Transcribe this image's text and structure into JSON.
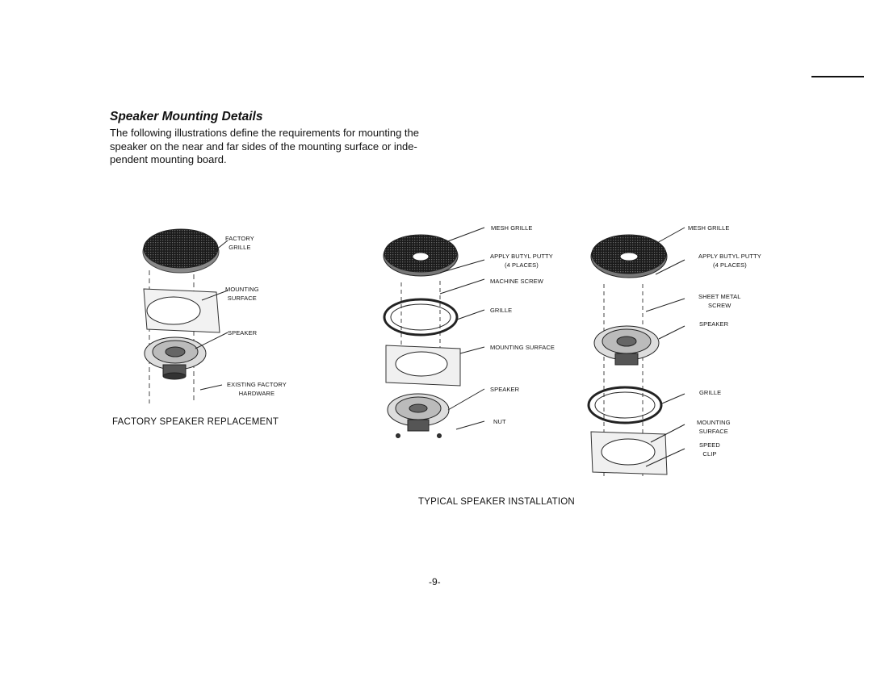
{
  "document": {
    "title": "Speaker Mounting Details",
    "intro": "The following illustrations define the requirements for mounting the speaker on the near and far sides of the mounting surface or inde- pendent mounting board.",
    "page_number": "-9-"
  },
  "figure_factory": {
    "caption": "FACTORY SPEAKER REPLACEMENT",
    "labels": {
      "factory_grille_1": "FACTORY",
      "factory_grille_2": "GRILLE",
      "mounting_surface_1": "MOUNTING",
      "mounting_surface_2": "SURFACE",
      "speaker": "SPEAKER",
      "existing_hardware_1": "EXISTING FACTORY",
      "existing_hardware_2": "HARDWARE"
    }
  },
  "figure_near": {
    "labels": {
      "mesh_grille": "MESH GRILLE",
      "butyl_putty_1": "APPLY BUTYL PUTTY",
      "butyl_putty_2": "(4 PLACES)",
      "machine_screw": "MACHINE SCREW",
      "grille": "GRILLE",
      "mounting_surface": "MOUNTING SURFACE",
      "speaker": "SPEAKER",
      "nut": "NUT"
    }
  },
  "figure_far": {
    "labels": {
      "mesh_grille": "MESH GRILLE",
      "butyl_putty_1": "APPLY BUTYL PUTTY",
      "butyl_putty_2": "(4 PLACES)",
      "sheet_metal_screw_1": "SHEET METAL",
      "sheet_metal_screw_2": "SCREW",
      "speaker": "SPEAKER",
      "grille": "GRILLE",
      "mounting_surface_1": "MOUNTING",
      "mounting_surface_2": "SURFACE",
      "speed_clip_1": "SPEED",
      "speed_clip_2": "CLIP"
    }
  },
  "typical_caption": "TYPICAL SPEAKER INSTALLATION"
}
